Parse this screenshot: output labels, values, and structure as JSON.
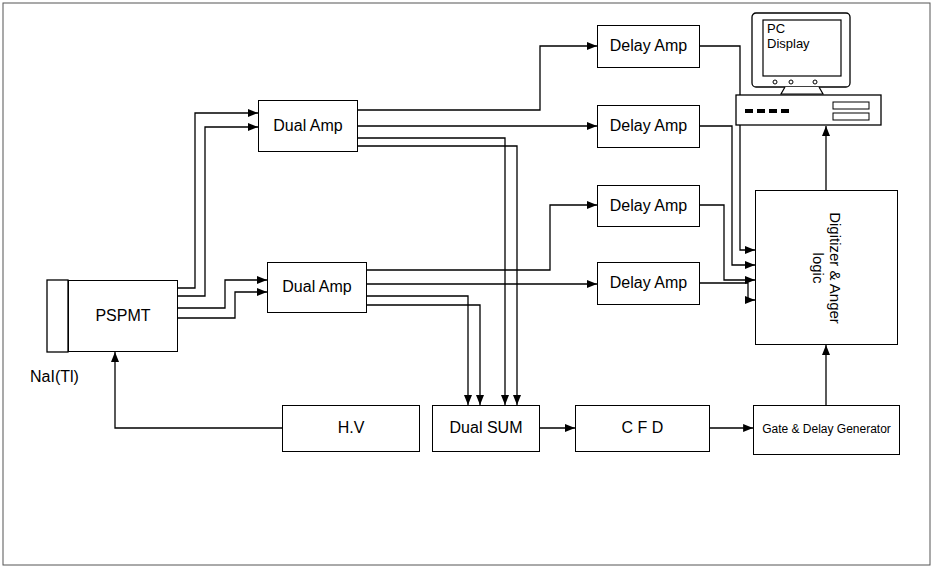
{
  "diagram": {
    "nodes": [
      {
        "text": [
          "PSPMT"
        ]
      },
      {
        "text": [
          "Dual Amp"
        ]
      },
      {
        "text": [
          "Dual Amp"
        ]
      },
      {
        "text": [
          "H.V"
        ]
      },
      {
        "text": [
          "Dual SUM"
        ]
      },
      {
        "text": [
          "C F D"
        ]
      },
      {
        "text": [
          "Gate & Delay Generator"
        ]
      },
      {
        "text": [
          "Delay Amp"
        ]
      },
      {
        "text": [
          "Delay Amp"
        ]
      },
      {
        "text": [
          "Delay Amp"
        ]
      },
      {
        "text": [
          "Delay Amp"
        ]
      },
      {
        "text": [
          "Digitizer & Anger logic"
        ]
      },
      {
        "text": [
          "PC Display"
        ]
      }
    ],
    "edges": [
      {
        "from": 0,
        "to": 1,
        "arrow": "to"
      },
      {
        "from": 0,
        "to": 1,
        "arrow": "to"
      },
      {
        "from": 0,
        "to": 2,
        "arrow": "to"
      },
      {
        "from": 0,
        "to": 2,
        "arrow": "to"
      },
      {
        "from": 3,
        "to": 0,
        "arrow": "to"
      },
      {
        "from": 1,
        "to": 7,
        "arrow": "to"
      },
      {
        "from": 1,
        "to": 8,
        "arrow": "to"
      },
      {
        "from": 1,
        "to": 4,
        "arrow": "to"
      },
      {
        "from": 1,
        "to": 4,
        "arrow": "to"
      },
      {
        "from": 2,
        "to": 9,
        "arrow": "to"
      },
      {
        "from": 2,
        "to": 10,
        "arrow": "to"
      },
      {
        "from": 2,
        "to": 4,
        "arrow": "to"
      },
      {
        "from": 2,
        "to": 4,
        "arrow": "to"
      },
      {
        "from": 7,
        "to": 11,
        "arrow": "to"
      },
      {
        "from": 8,
        "to": 11,
        "arrow": "to"
      },
      {
        "from": 9,
        "to": 11,
        "arrow": "to"
      },
      {
        "from": 10,
        "to": 11,
        "arrow": "to"
      },
      {
        "from": 4,
        "to": 5,
        "arrow": "to"
      },
      {
        "from": 5,
        "to": 6,
        "arrow": "to"
      },
      {
        "from": 6,
        "to": 11,
        "arrow": "to"
      },
      {
        "from": 11,
        "to": 12,
        "arrow": "to"
      }
    ],
    "labels": [
      "NaI(Tl)"
    ]
  }
}
